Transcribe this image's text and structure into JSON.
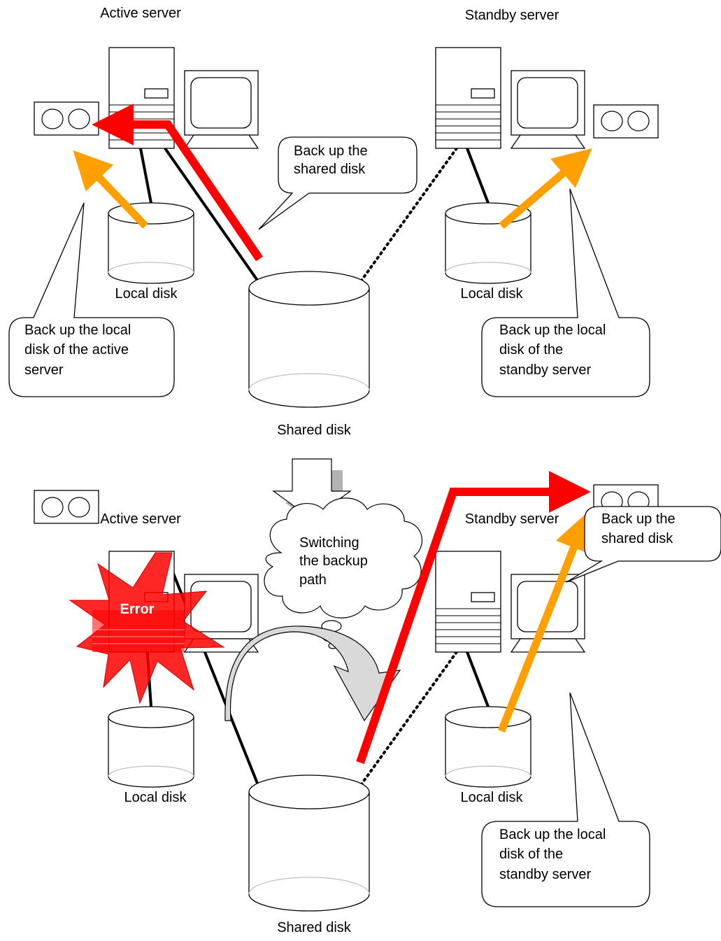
{
  "colors": {
    "backup_path": "#ff0000",
    "local_backup": "#ffa000",
    "error_burst": "#ff0000",
    "switch_arrow": "#d9d9d9",
    "transition_arrow_shadow": "#b3b3b3"
  },
  "top": {
    "active_server_label": "Active server",
    "standby_server_label": "Standby server",
    "local_disk_left_label": "Local disk",
    "local_disk_right_label": "Local disk",
    "shared_disk_label": "Shared disk",
    "callout_shared": [
      "Back up the",
      "shared disk"
    ],
    "callout_local_active": [
      "Back up the local",
      "disk of the active",
      "server"
    ],
    "callout_local_standby": [
      "Back up the local",
      "disk of the",
      "standby server"
    ]
  },
  "bottom": {
    "active_server_label": "Active server",
    "standby_server_label": "Standby server",
    "local_disk_left_label": "Local disk",
    "local_disk_right_label": "Local disk",
    "shared_disk_label": "Shared disk",
    "error_label": "Error",
    "thought_bubble": [
      "Switching",
      "the backup",
      "path"
    ],
    "callout_shared": [
      "Back up the",
      "shared disk"
    ],
    "callout_local_standby": [
      "Back up the local",
      "disk of the",
      "standby server"
    ]
  },
  "icons": [
    "server-tower-icon",
    "monitor-icon",
    "tape-drive-icon",
    "disk-cylinder-icon",
    "error-burst-icon",
    "thought-cloud-icon",
    "curved-switch-arrow-icon",
    "transition-down-arrow-icon"
  ]
}
